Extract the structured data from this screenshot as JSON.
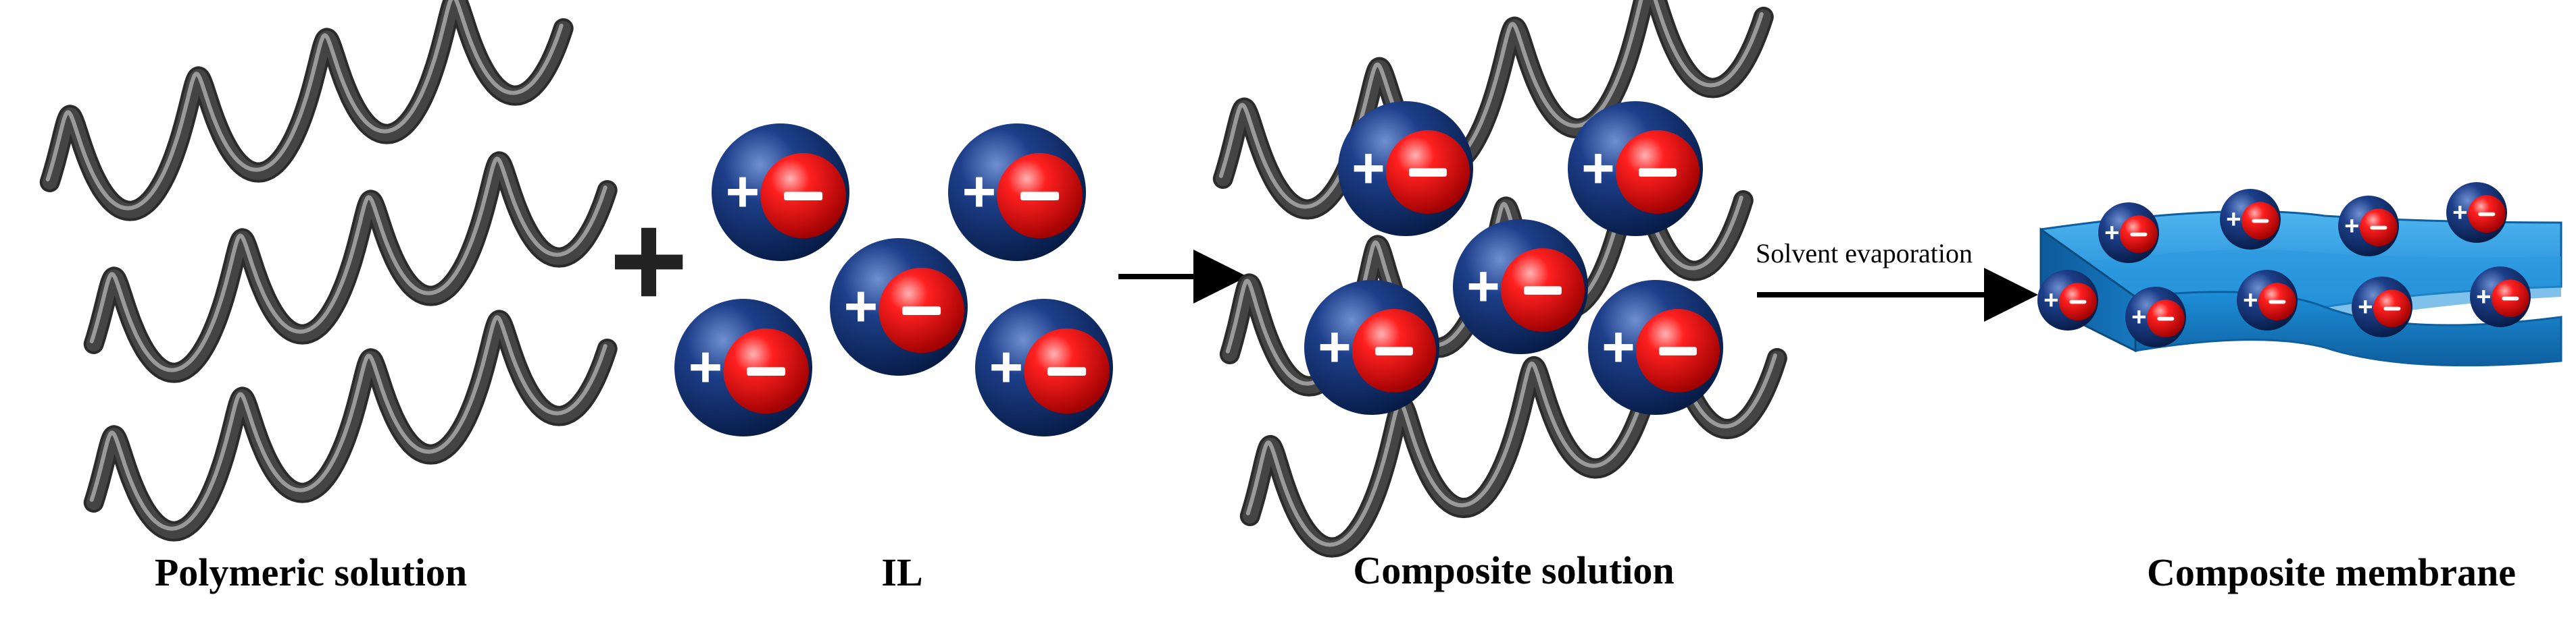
{
  "captions": {
    "polymeric": "Polymeric solution",
    "il": "IL",
    "composite_solution": "Composite solution",
    "composite_membrane": "Composite membrane"
  },
  "arrow_label": "Solvent evaporation",
  "symbols": {
    "plus": "+",
    "cation": "+",
    "anion": "−"
  },
  "colors": {
    "coil": "#444444",
    "cation_ball": "#0b2a63",
    "anion_ball": "#e01010",
    "membrane": "#1f8fd6",
    "arrow": "#000000"
  }
}
